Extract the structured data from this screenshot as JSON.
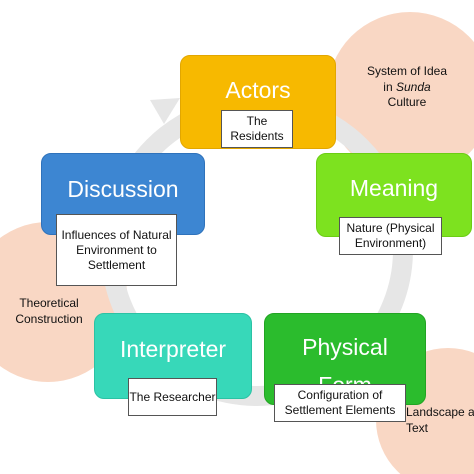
{
  "nodes": {
    "actors": {
      "label": "Actors",
      "detail": "The Residents",
      "color": "#f7b900"
    },
    "meaning": {
      "label": "Meaning",
      "detail": "Nature (Physical Environment)",
      "color": "#7de21f"
    },
    "discussion": {
      "label": "Discussion",
      "detail": "Influences of Natural Environment to Settlement",
      "color": "#3d86d2"
    },
    "interpreter": {
      "label": "Interpreter",
      "detail": "The Researcher",
      "color": "#37d8b9"
    },
    "physical_form": {
      "label_line1": "Physical",
      "label_line2": "Form",
      "detail": "Configuration of Settlement Elements",
      "color": "#2bbc2d"
    }
  },
  "annotations": {
    "system_of_idea": {
      "line1": "System of Idea",
      "line2_prefix": "in ",
      "line2_italic": "Sunda",
      "line3": "Culture"
    },
    "theoretical_construction": "Theoretical Construction",
    "landscape_as_text": "Landscape as Text"
  },
  "colors": {
    "circle_fill": "#f9d7c4",
    "cycle_arrow": "#e6e6e6"
  }
}
